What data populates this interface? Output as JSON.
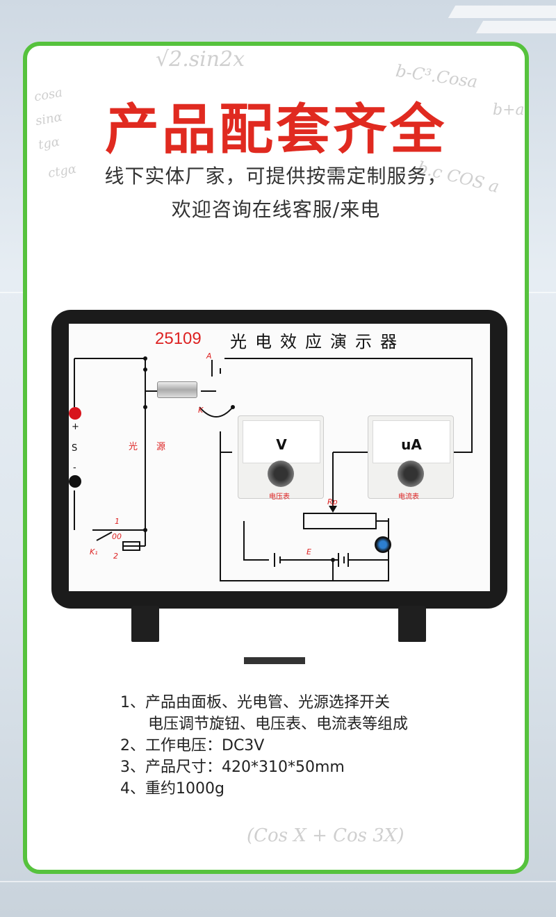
{
  "heading": {
    "title": "产品配套齐全",
    "subtitle_line1": "线下实体厂家，可提供按需定制服务，",
    "subtitle_line2": "欢迎咨询在线客服/来电"
  },
  "background_math": {
    "m1": "√2.sin2x",
    "m2": "b-C³.Cosa",
    "m3": "b+a",
    "m4": "cosa",
    "m5": "sinα",
    "m6": "tgα",
    "m7": "ctgα",
    "m8": "b.c COS a",
    "m9": "(Cos X + Cos 3X)"
  },
  "board": {
    "model": "25109",
    "name": "光电效应演示器",
    "label_A": "A",
    "label_K": "K",
    "label_light": "光",
    "label_source": "源",
    "label_plus": "+",
    "label_S": "S",
    "label_minus": "-",
    "label_K1": "K₁",
    "label_1": "1",
    "label_00": "00",
    "label_2": "2",
    "label_Rp": "Rp",
    "label_E": "E",
    "voltmeter_symbol": "V",
    "voltmeter_caption": "电压表",
    "ammeter_symbol": "uA",
    "ammeter_caption": "电流表"
  },
  "specs": {
    "line1": "1、产品由面板、光电管、光源选择开关",
    "line2": "电压调节旋钮、电压表、电流表等组成",
    "line3": "2、工作电压：DC3V",
    "line4": "3、产品尺寸：420*310*50mm",
    "line5": "4、重约1000g"
  },
  "colors": {
    "frame_green": "#56c23d",
    "title_red": "#e02a20"
  }
}
